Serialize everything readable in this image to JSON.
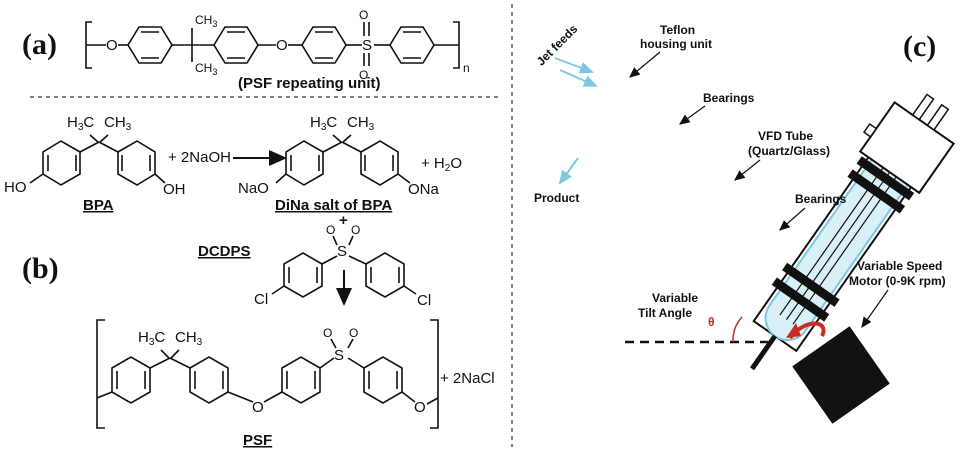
{
  "panels": {
    "a": "(a)",
    "b": "(b)",
    "c": "(c)"
  },
  "panel_a": {
    "caption": "(PSF repeating unit)",
    "subscript_n": "n",
    "methyl": "CH",
    "methyl_sub": "3",
    "oxygen": "O",
    "sulfur": "S"
  },
  "panel_b": {
    "bpa_label": "BPA",
    "h3c": "H",
    "h3c_sub": "3",
    "h3c_c": "C",
    "ch3": "CH",
    "ch3_sub": "3",
    "ho": "HO",
    "oh": "OH",
    "reagent": "+ 2NaOH",
    "nao": "NaO",
    "ona": "ONa",
    "water": "+  H",
    "water_sub": "2",
    "water_o": "O",
    "dina_label": "DiNa salt of BPA",
    "plus": "+",
    "dcdps_label": "DCDPS",
    "cl_left": "Cl",
    "cl_right": "Cl",
    "psf_label": "PSF",
    "nacl": "+ 2NaCl",
    "oxygen": "O",
    "sulfur": "S"
  },
  "panel_c": {
    "jet_feeds": "Jet feeds",
    "teflon_line1": "Teflon",
    "teflon_line2": "housing unit",
    "bearings_top": "Bearings",
    "vfd_line1": "VFD Tube",
    "vfd_line2": "(Quartz/Glass)",
    "bearings_bottom": "Bearings",
    "product": "Product",
    "motor_line1": "Variable Speed",
    "motor_line2": "Motor (0-9K rpm)",
    "tilt_line1": "Variable",
    "tilt_line2": "Tilt Angle",
    "theta": "θ"
  },
  "colors": {
    "ink": "#111111",
    "arrow_red": "#cc2a1e",
    "fluid_blue": "#7ec8e3",
    "divider": "#555555"
  }
}
